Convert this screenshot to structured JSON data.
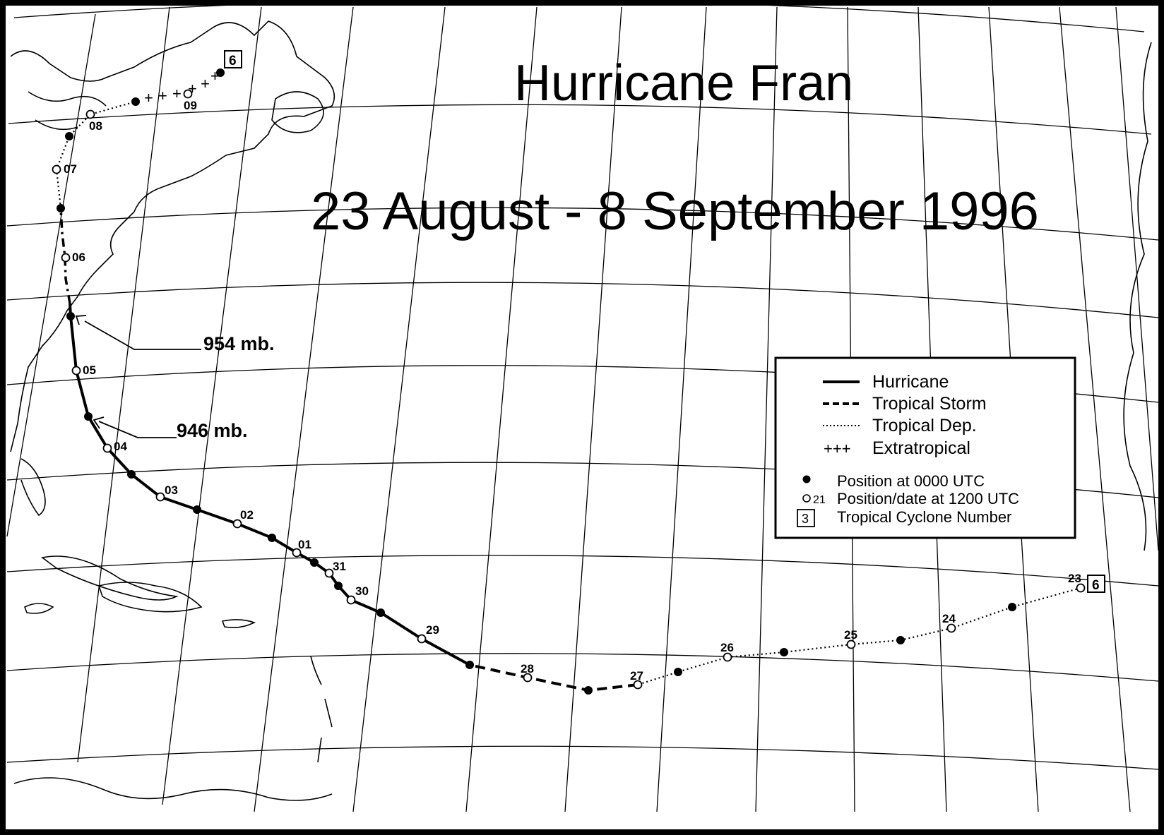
{
  "title": "Hurricane Fran",
  "subtitle": "23 August - 8 September 1996",
  "cyclone_number": "6",
  "pressure_annotations": [
    {
      "label": "954 mb."
    },
    {
      "label": "946 mb."
    }
  ],
  "legend": {
    "hurricane": "Hurricane",
    "tropical_storm": "Tropical Storm",
    "tropical_dep": "Tropical Dep.",
    "extratropical": "Extratropical",
    "extratropical_symbol": "+++",
    "position_0000": "Position  at  0000  UTC",
    "position_1200": "Position/date at 1200 UTC",
    "position_1200_sample": "21",
    "cyclone_number_label": "Tropical  Cyclone  Number",
    "cyclone_number_sample": "3"
  },
  "track_dates": [
    "23",
    "24",
    "25",
    "26",
    "27",
    "28",
    "29",
    "30",
    "31",
    "01",
    "02",
    "03",
    "04",
    "05",
    "06",
    "07",
    "08",
    "09"
  ],
  "colors": {
    "ink": "#000000",
    "paper": "#ffffff"
  }
}
